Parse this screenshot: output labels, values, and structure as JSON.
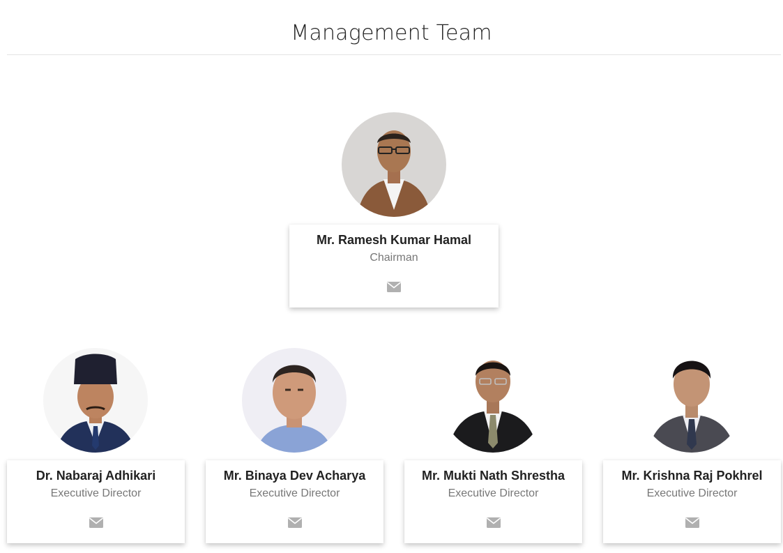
{
  "page": {
    "title": "Management Team"
  },
  "chairman": {
    "name": "Mr. Ramesh Kumar Hamal",
    "role": "Chairman",
    "icon": "envelope-icon"
  },
  "directors": [
    {
      "name": "Dr. Nabaraj Adhikari",
      "role": "Executive Director",
      "icon": "envelope-icon"
    },
    {
      "name": "Mr. Binaya Dev Acharya",
      "role": "Executive Director",
      "icon": "envelope-icon"
    },
    {
      "name": "Mr. Mukti Nath Shrestha",
      "role": "Executive Director",
      "icon": "envelope-icon"
    },
    {
      "name": "Mr. Krishna Raj Pokhrel",
      "role": "Executive Director",
      "icon": "envelope-icon"
    }
  ],
  "colors": {
    "title": "#222222",
    "name": "#222222",
    "role": "#777777",
    "icon": "#b0b0b0",
    "rule": "#e4e4e4"
  }
}
